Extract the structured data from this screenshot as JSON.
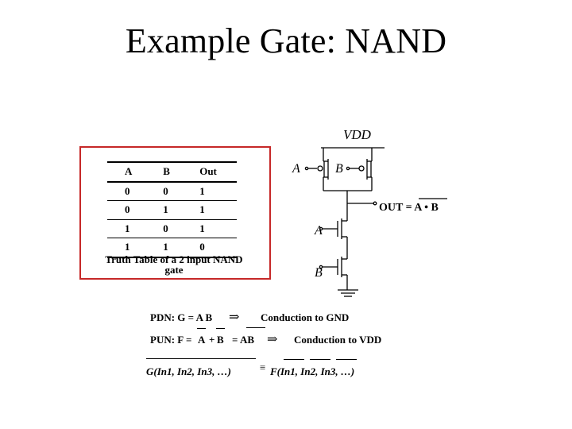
{
  "title": "Example Gate: NAND",
  "truth_table": {
    "headers": [
      "A",
      "B",
      "Out"
    ],
    "rows": [
      [
        "0",
        "0",
        "1"
      ],
      [
        "0",
        "1",
        "1"
      ],
      [
        "1",
        "0",
        "1"
      ],
      [
        "1",
        "1",
        "0"
      ]
    ],
    "caption_line1": "Truth Table of a 2 input NAND",
    "caption_line2": "gate"
  },
  "schematic": {
    "vdd_label": "VDD",
    "input_a_label": "A",
    "input_b_label": "B",
    "output_label": "OUT = A • B"
  },
  "equations": {
    "pdn_label": "PDN: G = A B",
    "pdn_arrow": "⇒",
    "pdn_result": "Conduction to GND",
    "pun_label": "PUN: F =",
    "pun_a": "A",
    "pun_plus": "+",
    "pun_b": "B",
    "pun_eq": "= AB",
    "pun_arrow": "⇒",
    "pun_result": "Conduction to VDD",
    "general_left": "G(In1, In2, In3, …)",
    "general_eq": "≡",
    "general_right": "F(In1, In2, In3, …)"
  }
}
